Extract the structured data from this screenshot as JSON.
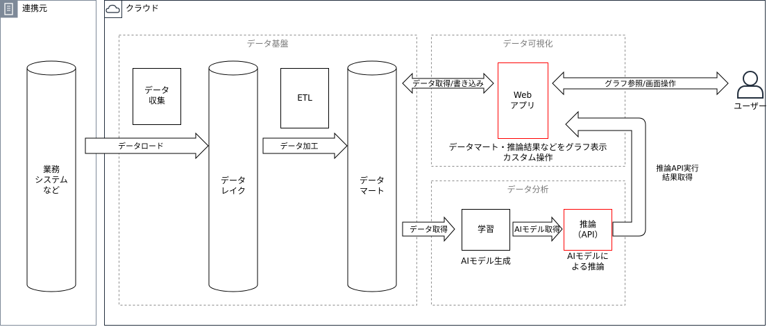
{
  "containers": {
    "partner": {
      "title": "連携元"
    },
    "cloud": {
      "title": "クラウド"
    }
  },
  "groups": {
    "data_platform": {
      "title": "データ基盤"
    },
    "visualization": {
      "title": "データ可視化"
    },
    "analysis": {
      "title": "データ分析"
    }
  },
  "nodes": {
    "business_systems": {
      "label": "業務\nシステム\nなど"
    },
    "data_collection": {
      "label": "データ\n収集"
    },
    "data_lake": {
      "label": "データ\nレイク"
    },
    "etl": {
      "label": "ETL"
    },
    "data_mart": {
      "label": "データ\nマート"
    },
    "web_app": {
      "label": "Web\nアプリ"
    },
    "training": {
      "label": "学習"
    },
    "inference": {
      "label": "推論\n（API）"
    },
    "user": {
      "label": "ユーザー"
    }
  },
  "edges": {
    "data_load": {
      "label": "データロード"
    },
    "data_processing": {
      "label": "データ加工"
    },
    "data_read_write": {
      "label": "データ取得/書き込み"
    },
    "graph_reference": {
      "label": "グラフ参照/画面操作"
    },
    "data_fetch": {
      "label": "データ取得"
    },
    "model_fetch": {
      "label": "AIモデル取得"
    },
    "inference_exec": {
      "label": "推論API実行\n結果取得"
    }
  },
  "captions": {
    "visualization_desc": "データマート・推論結果などをグラフ表示\nカスタム操作",
    "model_generation": "AIモデル生成",
    "model_inference": "AIモデルに\nよる推論"
  },
  "colors": {
    "highlight_border": "#ff0000",
    "group_border": "#8a8a8a",
    "container_border": "#232f3e",
    "partner_border": "#7d8998"
  }
}
